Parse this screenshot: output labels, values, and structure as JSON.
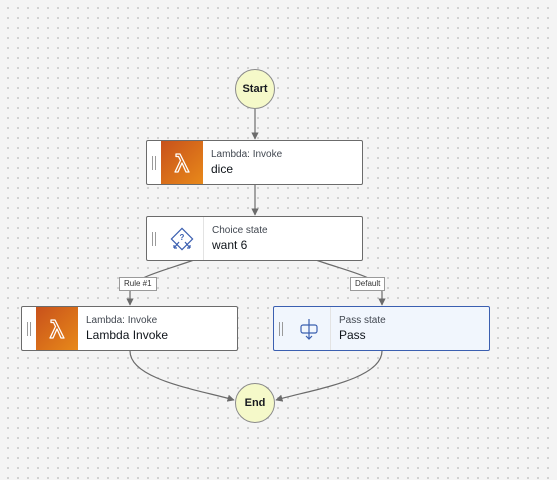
{
  "workflow": {
    "start": {
      "label": "Start"
    },
    "end": {
      "label": "End"
    },
    "states": {
      "dice": {
        "type": "Lambda: Invoke",
        "name": "dice",
        "icon": "lambda-icon"
      },
      "choice": {
        "type": "Choice state",
        "name": "want 6",
        "icon": "choice-icon"
      },
      "lambda_invoke": {
        "type": "Lambda: Invoke",
        "name": "Lambda Invoke",
        "icon": "lambda-icon"
      },
      "pass": {
        "type": "Pass state",
        "name": "Pass",
        "icon": "pass-icon"
      }
    },
    "edge_labels": {
      "rule1": "Rule #1",
      "default": "Default"
    }
  },
  "colors": {
    "lambda_gradient_start": "#c8511b",
    "lambda_gradient_end": "#e8891a",
    "terminal_fill": "#f5f9c9",
    "pass_fill": "#f1f6fd",
    "pass_border": "#3b5fb0",
    "choice_icon": "#3b5fb0",
    "edge": "#6b6b6b"
  }
}
